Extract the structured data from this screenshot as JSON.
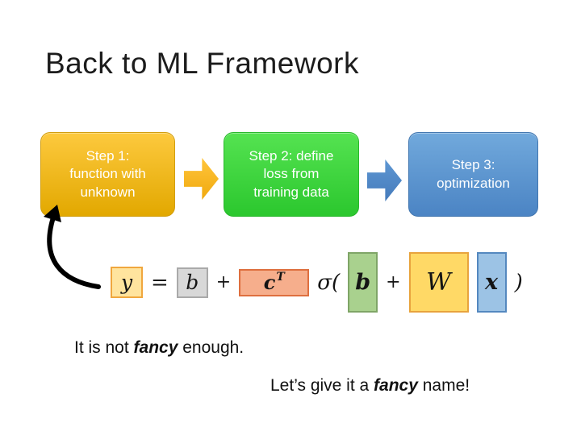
{
  "title": "Back to ML Framework",
  "steps": [
    {
      "label": "Step 1:\nfunction with\nunknown",
      "fill_top": "#FDC93E",
      "fill_bottom": "#E2A800"
    },
    {
      "label": "Step 2: define\nloss from\ntraining data",
      "fill_top": "#55E351",
      "fill_bottom": "#2BC72E"
    },
    {
      "label": "Step 3:\noptimization",
      "fill_top": "#71A9DC",
      "fill_bottom": "#4B84C4"
    }
  ],
  "connectors": [
    {
      "name": "arrow-step1-step2",
      "color_top": "#FFC53C",
      "color_bottom": "#F0A90E"
    },
    {
      "name": "arrow-step2-step3",
      "color_top": "#5E97D3",
      "color_bottom": "#457BBB"
    }
  ],
  "curved_arrow": {
    "color": "#000000"
  },
  "formula": {
    "equation_text": "y = b + cᵀ σ( b + W x )",
    "tokens": [
      {
        "name": "y",
        "text": "y",
        "style": "box-y",
        "fill": "#FFE49E",
        "border": "#F0A73E"
      },
      {
        "name": "equals",
        "text": "=",
        "style": "plain"
      },
      {
        "name": "b-gray",
        "text": "b",
        "style": "box-b",
        "fill": "#D8D8D8",
        "border": "#A9A9A9"
      },
      {
        "name": "plus-1",
        "text": "+",
        "style": "plain-small"
      },
      {
        "name": "c-transpose",
        "text": "c",
        "sup": "T",
        "style": "box-c",
        "fill": "#F6AE8C",
        "border": "#DE6F3F"
      },
      {
        "name": "sigma-open-paren",
        "text": "σ(",
        "style": "plain"
      },
      {
        "name": "b-green",
        "text": "b",
        "style": "box-b2",
        "fill": "#A9D18E",
        "border": "#7FA567"
      },
      {
        "name": "plus-2",
        "text": "+",
        "style": "plain-small"
      },
      {
        "name": "w-matrix",
        "text": "W",
        "style": "box-W",
        "fill": "#FFD966",
        "border": "#E8A33D"
      },
      {
        "name": "x-vector",
        "text": "x",
        "style": "box-x",
        "fill": "#9CC3E5",
        "border": "#5488BF"
      },
      {
        "name": "close-paren",
        "text": ")",
        "style": "plain"
      }
    ]
  },
  "remarks": {
    "not_fancy": {
      "prefix": "It is not ",
      "emph": "fancy",
      "suffix": " enough."
    },
    "fancy_name": {
      "prefix": "Let’s give it a ",
      "emph": "fancy",
      "suffix": " name!"
    }
  }
}
